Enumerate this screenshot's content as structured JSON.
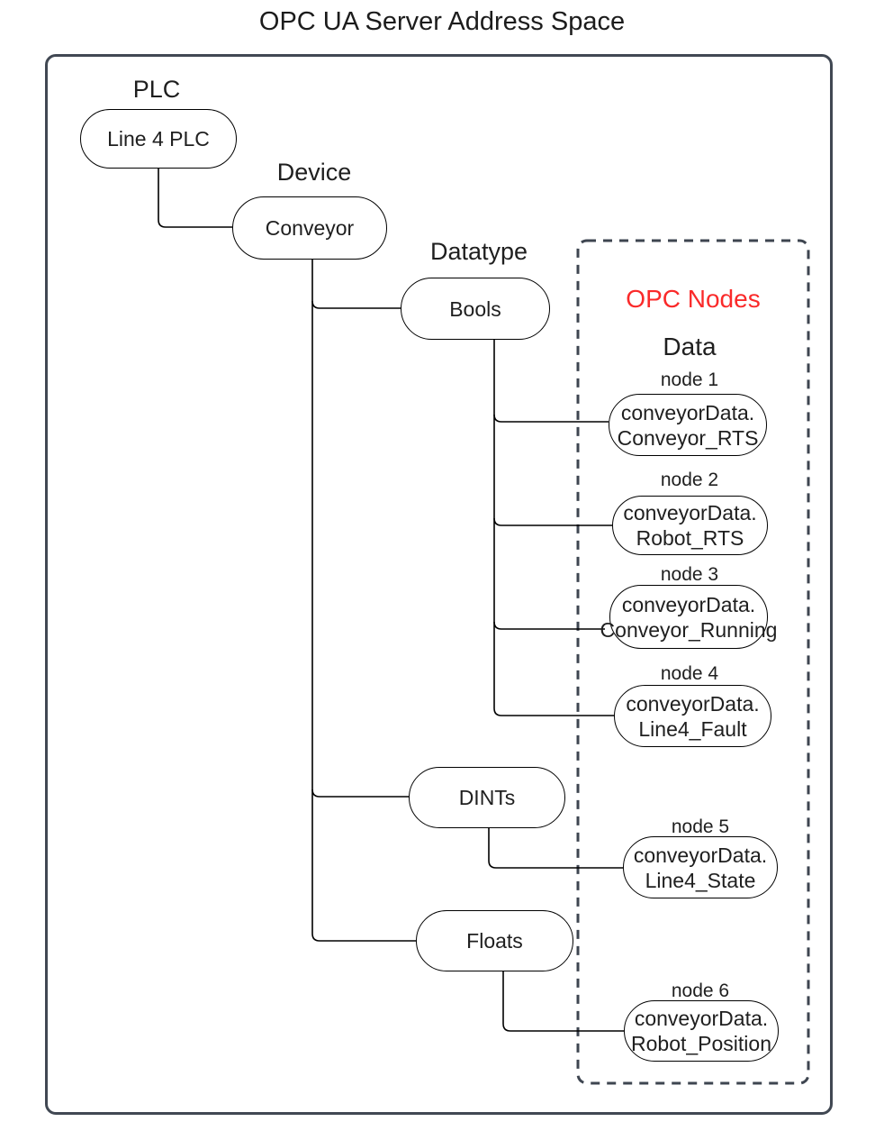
{
  "title": "OPC UA Server Address Space",
  "colors": {
    "accent_red": "#fa2a2a",
    "frame_slate": "#414853",
    "node_border": "#000000"
  },
  "tree": {
    "plc_label": "PLC",
    "plc_node": "Line 4 PLC",
    "device_label": "Device",
    "device_node": "Conveyor",
    "datatype_label": "Datatype",
    "datatype_nodes": {
      "bools": "Bools",
      "dints": "DINTs",
      "floats": "Floats"
    }
  },
  "opc": {
    "title": "OPC Nodes",
    "data_label": "Data",
    "nodes": [
      {
        "label": "node 1",
        "line1": "conveyorData.",
        "line2": "Conveyor_RTS"
      },
      {
        "label": "node 2",
        "line1": "conveyorData.",
        "line2": "Robot_RTS"
      },
      {
        "label": "node 3",
        "line1": "conveyorData.",
        "line2": "Conveyor_Running"
      },
      {
        "label": "node 4",
        "line1": "conveyorData.",
        "line2": "Line4_Fault"
      },
      {
        "label": "node 5",
        "line1": "conveyorData.",
        "line2": "Line4_State"
      },
      {
        "label": "node 6",
        "line1": "conveyorData.",
        "line2": "Robot_Position"
      }
    ]
  }
}
